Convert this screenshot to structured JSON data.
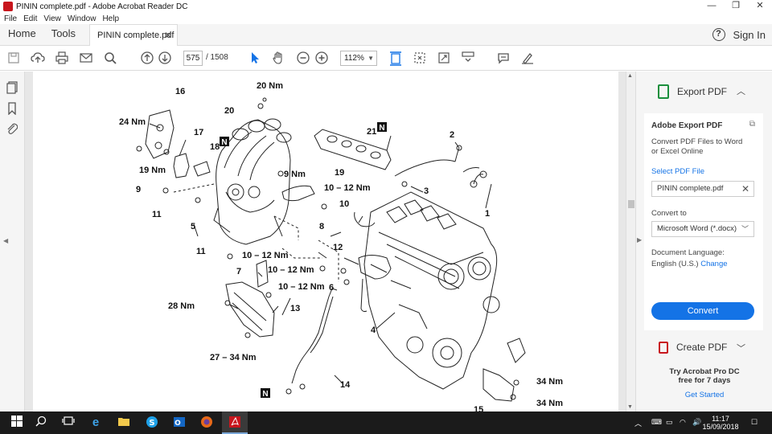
{
  "window": {
    "title": "PININ complete.pdf - Adobe Acrobat Reader DC",
    "controls": [
      "—",
      "❐",
      "✕"
    ]
  },
  "menu": [
    "File",
    "Edit",
    "View",
    "Window",
    "Help"
  ],
  "tabs": {
    "home": "Home",
    "tools": "Tools",
    "document": "PININ complete.pdf",
    "sign_in": "Sign In"
  },
  "toolbar": {
    "page_current": "575",
    "page_total": "/  1508",
    "zoom": "112%"
  },
  "diagram": {
    "labels": [
      {
        "t": "16"
      },
      {
        "t": "20 Nm"
      },
      {
        "t": "20"
      },
      {
        "t": "24 Nm"
      },
      {
        "t": "17"
      },
      {
        "t": "21"
      },
      {
        "t": "18"
      },
      {
        "t": "2"
      },
      {
        "t": "19 Nm"
      },
      {
        "t": "9 Nm"
      },
      {
        "t": "19"
      },
      {
        "t": "9"
      },
      {
        "t": "10 – 12 Nm"
      },
      {
        "t": "3"
      },
      {
        "t": "11"
      },
      {
        "t": "10"
      },
      {
        "t": "1"
      },
      {
        "t": "5"
      },
      {
        "t": "8"
      },
      {
        "t": "11"
      },
      {
        "t": "10 – 12 Nm"
      },
      {
        "t": "12"
      },
      {
        "t": "7"
      },
      {
        "t": "10 – 12 Nm"
      },
      {
        "t": "10 – 12 Nm"
      },
      {
        "t": "6"
      },
      {
        "t": "28 Nm"
      },
      {
        "t": "13"
      },
      {
        "t": "4"
      },
      {
        "t": "27 – 34 Nm"
      },
      {
        "t": "14"
      },
      {
        "t": "34 Nm"
      },
      {
        "t": "34 Nm"
      },
      {
        "t": "15"
      }
    ],
    "n_badges": [
      "N",
      "N",
      "N"
    ]
  },
  "right_panel": {
    "export_title": "Export PDF",
    "heading": "Adobe Export PDF",
    "description": "Convert PDF Files to Word or Excel Online",
    "select_link": "Select PDF File",
    "file_name": "PININ complete.pdf",
    "convert_to_label": "Convert to",
    "convert_to_value": "Microsoft Word (*.docx)",
    "doc_lang_label": "Document Language:",
    "doc_lang_value": "English (U.S.)",
    "change_link": "Change",
    "convert_button": "Convert",
    "create_title": "Create PDF",
    "promo_line1": "Try Acrobat Pro DC",
    "promo_line2": "free for 7 days",
    "get_started": "Get Started"
  },
  "taskbar": {
    "time": "11:17",
    "date": "15/09/2018"
  }
}
